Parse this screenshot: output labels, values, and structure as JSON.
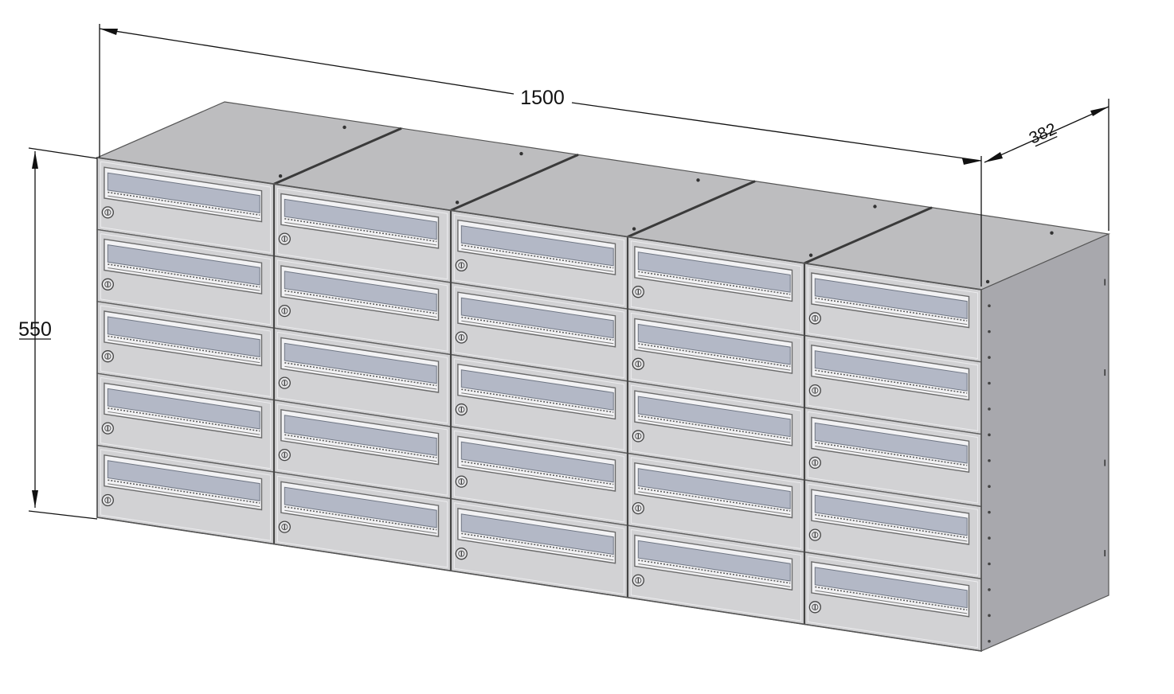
{
  "dimensions": {
    "width": "1500",
    "height": "550",
    "depth": "382"
  },
  "layout_grid": {
    "columns": 5,
    "rows": 5
  },
  "colors": {
    "front_panel": "#d2d2d4",
    "top_panel": "#bdbdbf",
    "side_panel": "#a8a8ad",
    "slot_face": "#b3b8c6",
    "line": "#555555",
    "dimension_line": "#111111"
  },
  "icons": {
    "lock": "key-lock-icon"
  }
}
